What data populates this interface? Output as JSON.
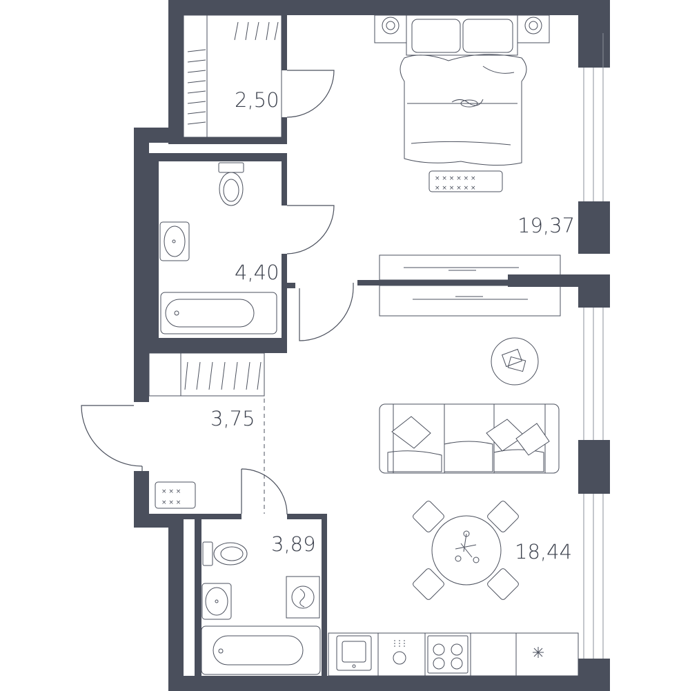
{
  "rooms": {
    "wardrobe_area": "2,50",
    "bathroom_main_area": "4,40",
    "bedroom_area": "19,37",
    "hallway_area": "3,75",
    "bathroom_small_area": "3,89",
    "living_kitchen_area": "18,44"
  },
  "colors": {
    "wall": "#4a4f5c",
    "background": "#ffffff"
  },
  "icons": [
    "bed-icon",
    "bathtub-icon",
    "toilet-icon",
    "sink-icon",
    "sofa-icon",
    "dining-table-icon",
    "washing-machine-icon",
    "stove-icon",
    "rug-icon",
    "coffee-table-icon",
    "tv-unit-icon"
  ]
}
